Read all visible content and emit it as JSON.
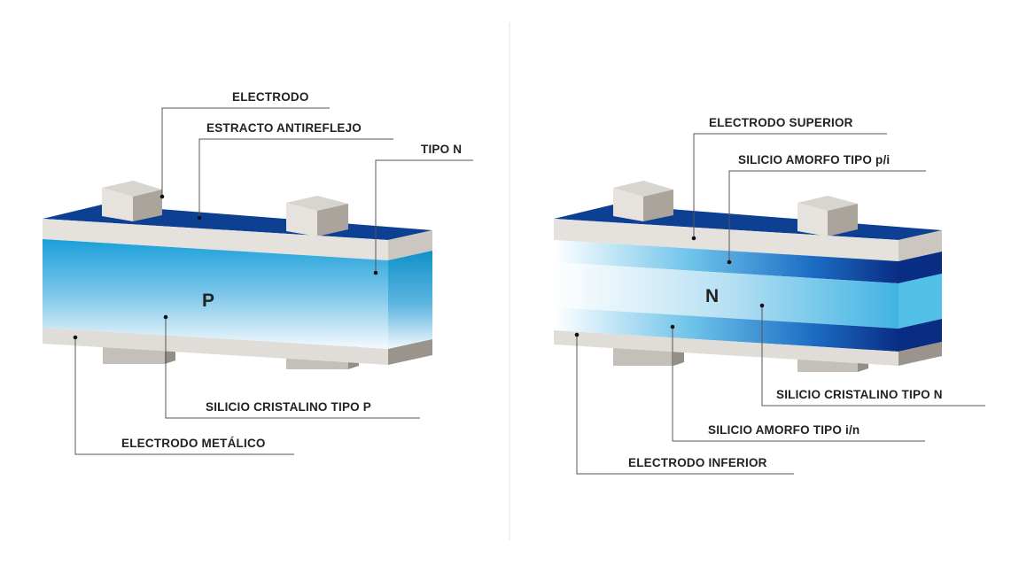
{
  "left_diagram": {
    "center_letter": "P",
    "labels": {
      "electrodo": "ELECTRODO",
      "antireflejo": "ESTRACTO ANTIREFLEJO",
      "tipo_n": "TIPO N",
      "silicio_p": "SILICIO CRISTALINO TIPO P",
      "electrodo_metalico": "ELECTRODO METÁLICO"
    }
  },
  "right_diagram": {
    "center_letter": "N",
    "labels": {
      "electrodo_superior": "ELECTRODO SUPERIOR",
      "amorfo_pi": "SILICIO AMORFO TIPO p/i",
      "silicio_n": "SILICIO CRISTALINO TIPO N",
      "amorfo_in": "SILICIO AMORFO TIPO i/n",
      "electrodo_inferior": "ELECTRODO INFERIOR"
    }
  },
  "colors": {
    "dark_blue": "#0d3f93",
    "navy": "#0a2d84",
    "cyan": "#18a6dc",
    "light_gray": "#e5e2de",
    "mid_gray": "#bdb8b2",
    "dark_gray": "#8f8881",
    "divider": "#e0e0e0"
  }
}
